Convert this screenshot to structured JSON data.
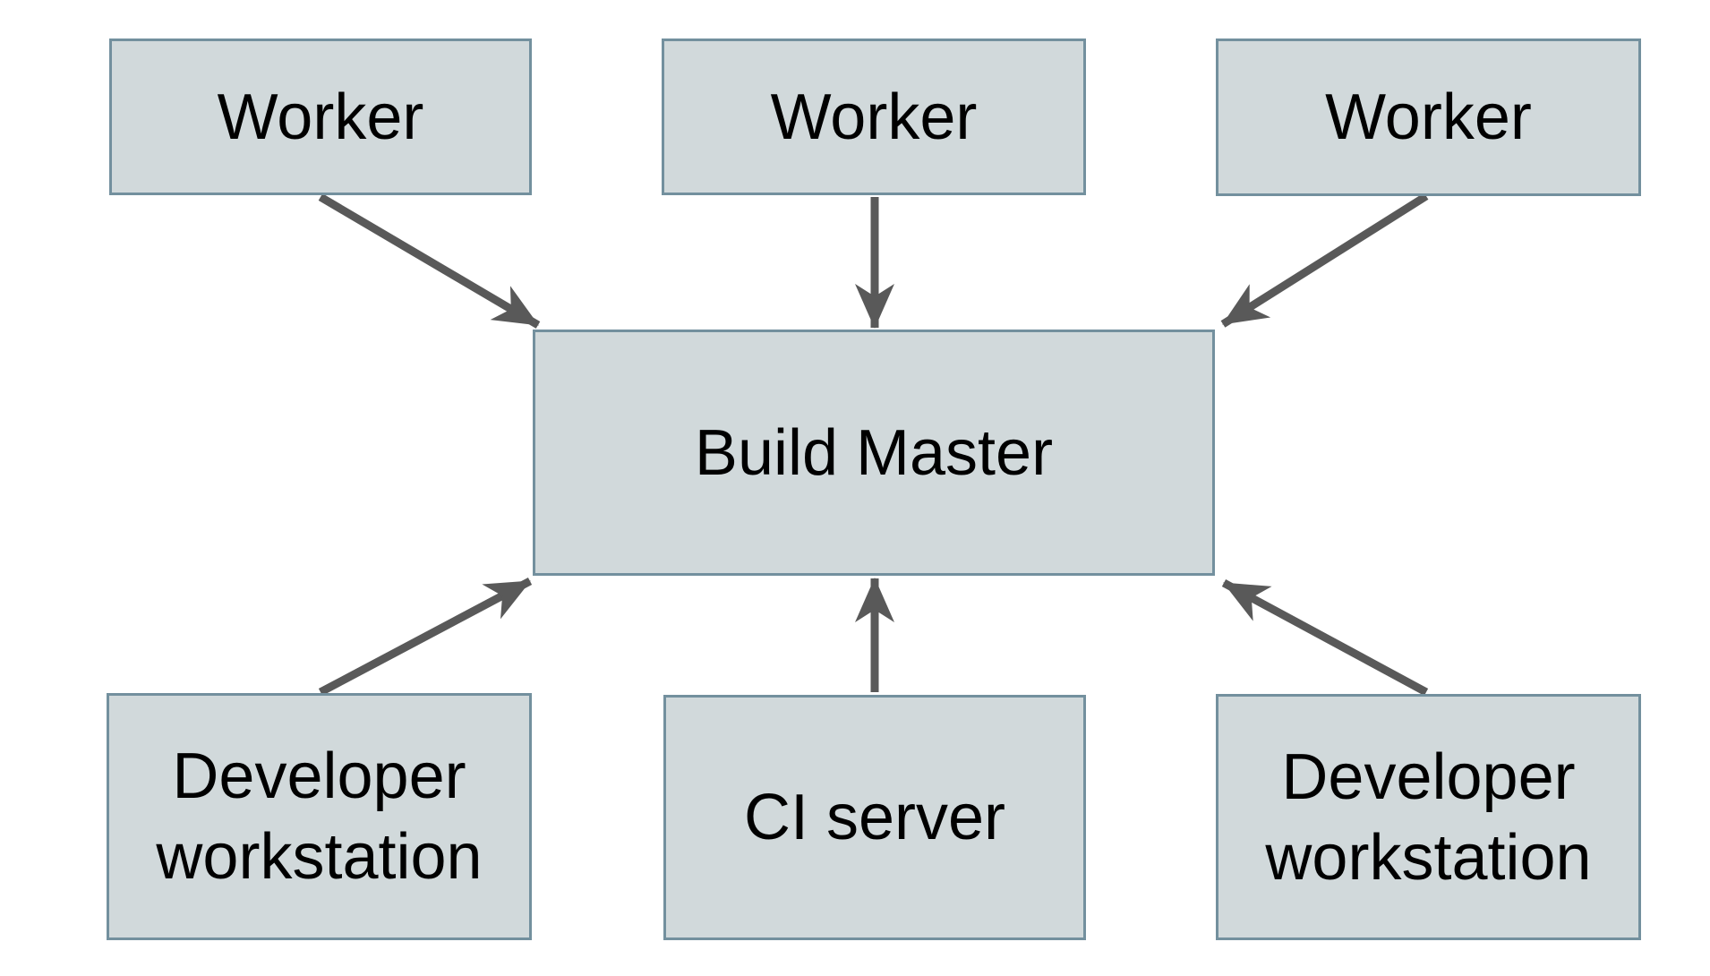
{
  "diagram": {
    "background_color": "#ffffff",
    "node_fill_color": "#d1d9db",
    "node_border_color": "#73909e",
    "arrow_color": "#595959",
    "text_color": "#000000",
    "nodes": [
      {
        "id": "worker-1",
        "label": "Worker"
      },
      {
        "id": "worker-2",
        "label": "Worker"
      },
      {
        "id": "worker-3",
        "label": "Worker"
      },
      {
        "id": "build-master",
        "label": "Build Master"
      },
      {
        "id": "developer-workstation-left",
        "label": "Developer workstation"
      },
      {
        "id": "ci-server",
        "label": "CI server"
      },
      {
        "id": "developer-workstation-right",
        "label": "Developer workstation"
      }
    ],
    "edges": [
      {
        "from": "worker-1",
        "to": "build-master"
      },
      {
        "from": "worker-2",
        "to": "build-master"
      },
      {
        "from": "worker-3",
        "to": "build-master"
      },
      {
        "from": "developer-workstation-left",
        "to": "build-master"
      },
      {
        "from": "ci-server",
        "to": "build-master"
      },
      {
        "from": "developer-workstation-right",
        "to": "build-master"
      }
    ]
  }
}
